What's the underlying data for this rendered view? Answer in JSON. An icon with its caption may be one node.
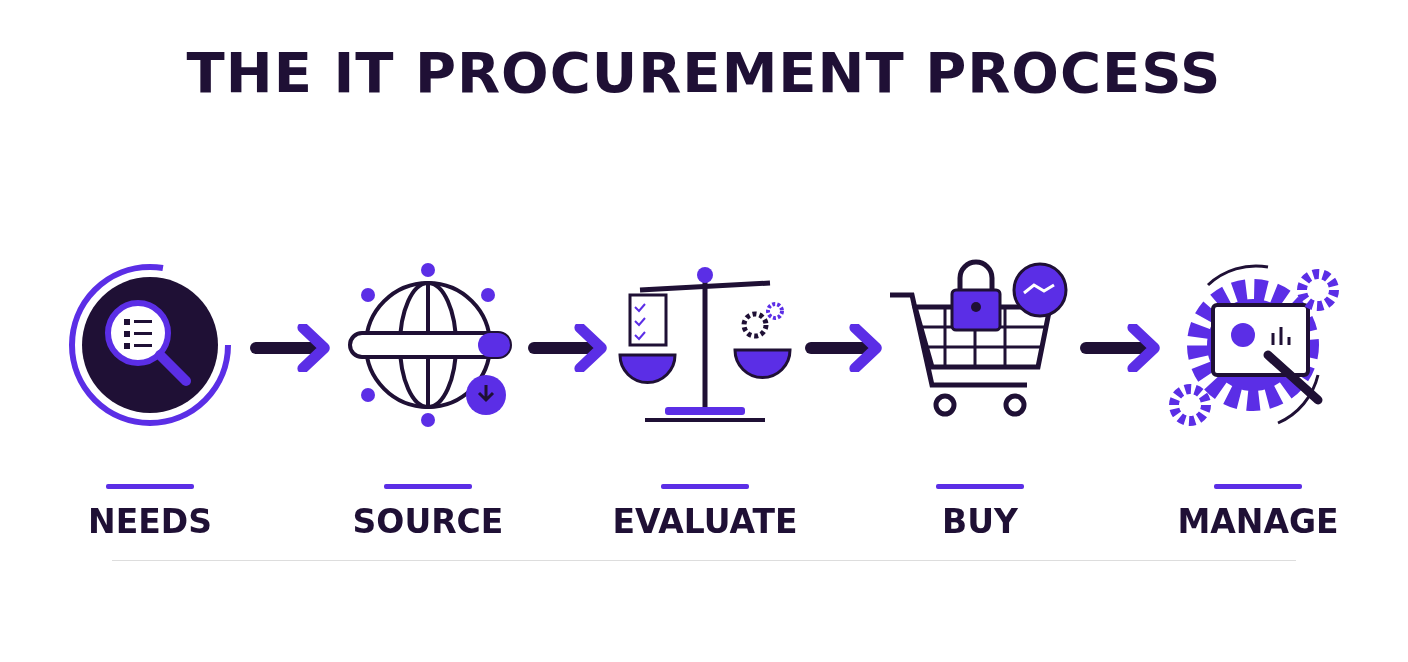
{
  "diagram": {
    "title": "THE IT PROCUREMENT PROCESS",
    "nodes": [
      {
        "text": [
          "NEEDS"
        ]
      },
      {
        "text": [
          "SOURCE"
        ]
      },
      {
        "text": [
          "EVALUATE"
        ]
      },
      {
        "text": [
          "BUY"
        ]
      },
      {
        "text": [
          "MANAGE"
        ]
      }
    ],
    "edges": [
      {
        "from": 0,
        "to": 1,
        "arrow": "to"
      },
      {
        "from": 1,
        "to": 2,
        "arrow": "to"
      },
      {
        "from": 2,
        "to": 3,
        "arrow": "to"
      },
      {
        "from": 3,
        "to": 4,
        "arrow": "to"
      }
    ]
  }
}
